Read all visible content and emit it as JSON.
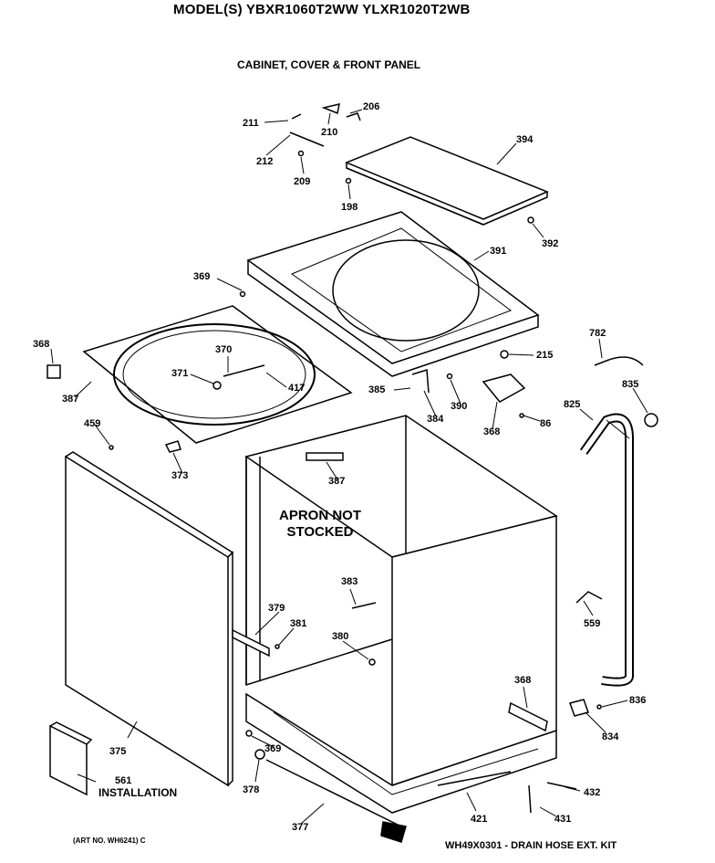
{
  "header": {
    "models": "MODEL(S) YBXR1060T2WW  YLXR1020T2WB",
    "section_title": "CABINET, COVER & FRONT PANEL"
  },
  "apron_note": [
    "APRON NOT",
    "STOCKED"
  ],
  "footer": {
    "art_no": "(ART NO. WH6241) C",
    "kit": "WH49X0301 - DRAIN HOSE EXT. KIT"
  },
  "installation_label": "INSTALLATION",
  "part_numbers": {
    "211": "211",
    "212": "212",
    "210": "210",
    "206": "206",
    "209": "209",
    "198": "198",
    "394": "394",
    "392": "392",
    "391": "391",
    "369a": "369",
    "368a": "368",
    "370": "370",
    "371": "371",
    "417": "417",
    "387a": "387",
    "459": "459",
    "373": "373",
    "387b": "387",
    "385": "385",
    "384": "384",
    "390": "390",
    "215": "215",
    "368b": "368",
    "86": "86",
    "782": "782",
    "835": "835",
    "825": "825",
    "383": "383",
    "379": "379",
    "381": "381",
    "380": "380",
    "559": "559",
    "375": "375",
    "369b": "369",
    "378": "378",
    "377": "377",
    "421": "421",
    "431": "431",
    "432": "432",
    "368c": "368",
    "836": "836",
    "834": "834",
    "561": "561"
  }
}
